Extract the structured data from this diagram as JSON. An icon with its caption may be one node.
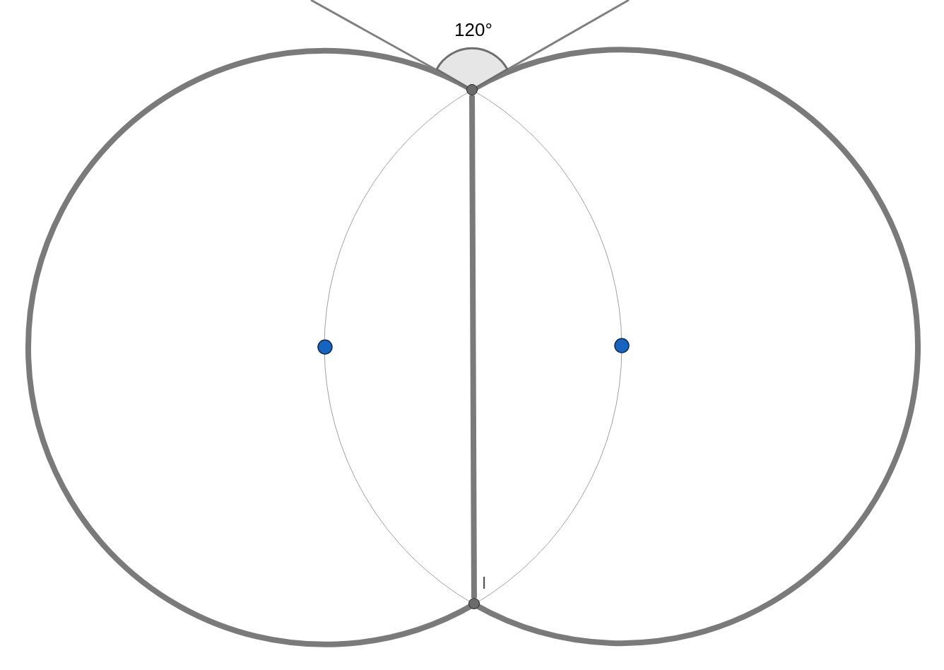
{
  "diagram": {
    "nodes": [
      {
        "text": [],
        "shape": "circle"
      },
      {
        "text": [],
        "shape": "circle"
      }
    ],
    "edges": [
      {
        "from": 0,
        "to": 1,
        "arrow": "none"
      }
    ],
    "labels": [
      "120°",
      "I"
    ]
  }
}
